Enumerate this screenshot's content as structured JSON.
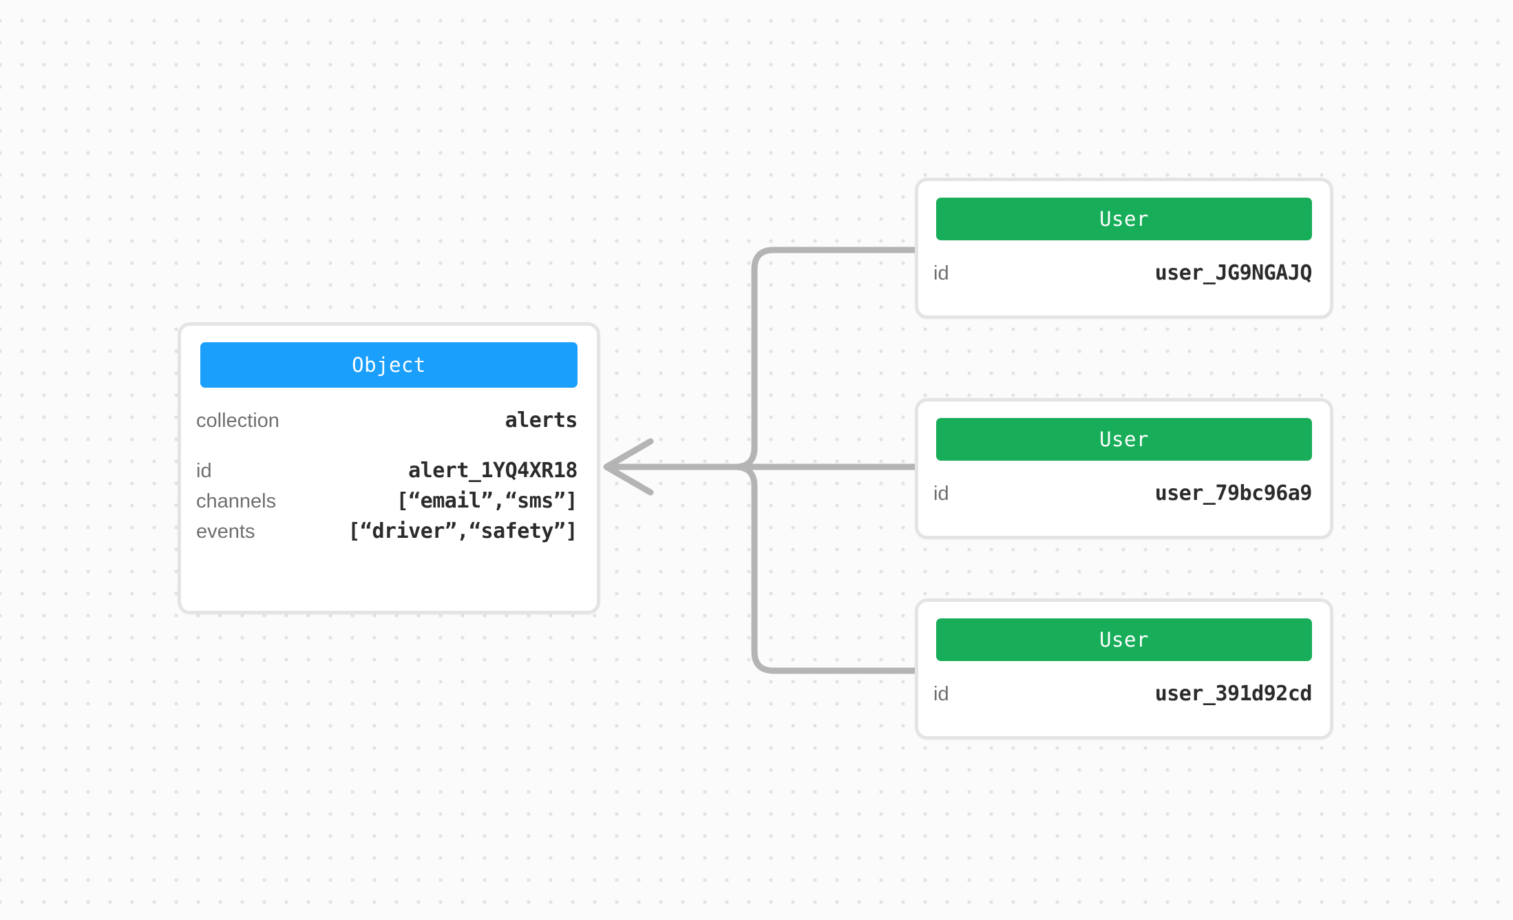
{
  "canvas": {
    "background_color": "#fbfbfb",
    "dot_color": "#e3e3e3",
    "edge_color": "#b4b4b4"
  },
  "object_node": {
    "type_label": "Object",
    "accent_color": "#1a9ffc",
    "primary_fields": [
      {
        "key": "collection",
        "value": "alerts"
      }
    ],
    "fields": [
      {
        "key": "id",
        "value": "alert_1YQ4XR18"
      },
      {
        "key": "channels",
        "value": "[“email”,“sms”]"
      },
      {
        "key": "events",
        "value": "[“driver”,“safety”]"
      }
    ]
  },
  "user_nodes": [
    {
      "type_label": "User",
      "accent_color": "#17ad59",
      "fields": [
        {
          "key": "id",
          "value": "user_JG9NGAJQ"
        }
      ]
    },
    {
      "type_label": "User",
      "accent_color": "#17ad59",
      "fields": [
        {
          "key": "id",
          "value": "user_79bc96a9"
        }
      ]
    },
    {
      "type_label": "User",
      "accent_color": "#17ad59",
      "fields": [
        {
          "key": "id",
          "value": "user_391d92cd"
        }
      ]
    }
  ],
  "edges": [
    {
      "from": "user_node_0",
      "to": "object_node",
      "style": "orthogonal-rounded",
      "arrow": "left"
    },
    {
      "from": "user_node_1",
      "to": "object_node",
      "style": "straight",
      "arrow": "left"
    },
    {
      "from": "user_node_2",
      "to": "object_node",
      "style": "orthogonal-rounded",
      "arrow": "left"
    }
  ]
}
